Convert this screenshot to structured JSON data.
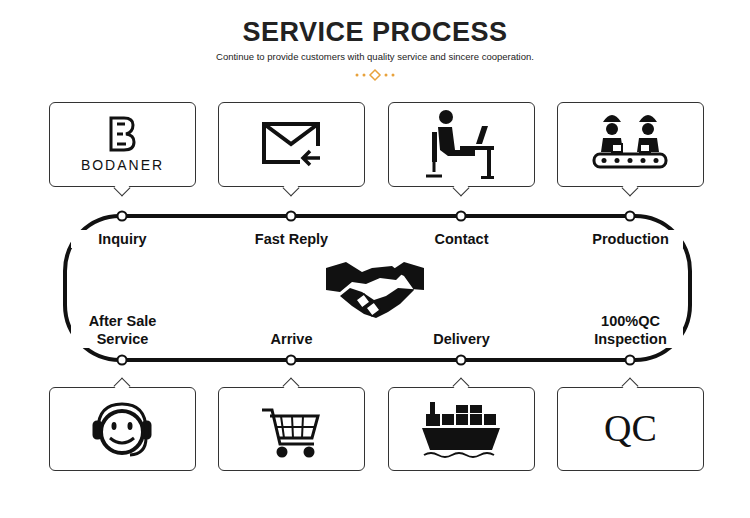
{
  "diagram": {
    "title": "SERVICE PROCESS",
    "caption": "Continue to provide customers with quality service and sincere cooperation.",
    "nodes": [
      {
        "text": [
          "BODANER",
          "Inquiry"
        ]
      },
      {
        "text": [
          "Fast Reply"
        ]
      },
      {
        "text": [
          "Contact"
        ]
      },
      {
        "text": [
          "Production"
        ]
      },
      {
        "text": [
          "After Sale Service"
        ]
      },
      {
        "text": [
          "Arrive"
        ]
      },
      {
        "text": [
          "Delivery"
        ]
      },
      {
        "text": [
          "QC",
          "100%QC Inspection"
        ]
      }
    ]
  }
}
